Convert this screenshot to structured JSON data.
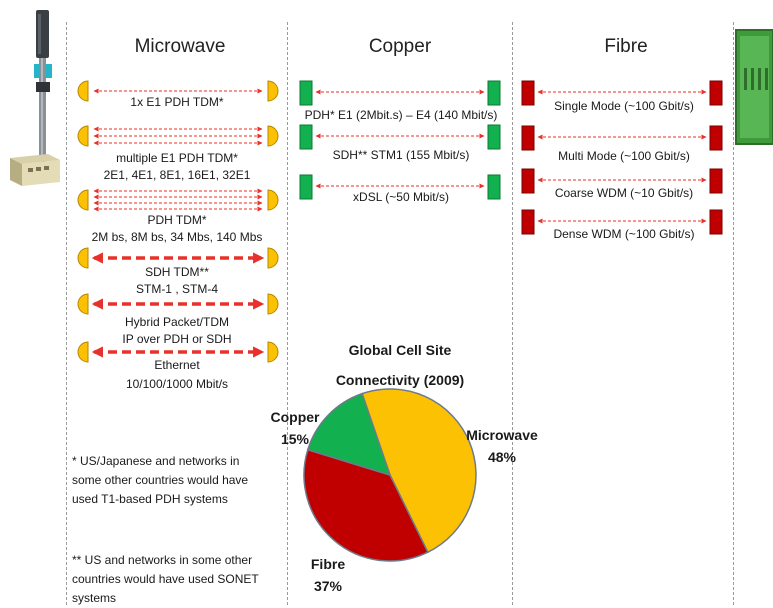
{
  "columns": {
    "microwave": "Microwave",
    "copper": "Copper",
    "fibre": "Fibre"
  },
  "microwave_links": [
    {
      "style": "thin",
      "count": 1,
      "label": [
        "1x E1 PDH TDM*"
      ]
    },
    {
      "style": "thin",
      "count": 3,
      "label": [
        "multiple E1 PDH TDM*",
        "2E1, 4E1, 8E1, 16E1, 32E1"
      ]
    },
    {
      "style": "thin",
      "count": 4,
      "label": [
        "PDH TDM*",
        "2M bs, 8M bs, 34 Mbs, 140 Mbs"
      ]
    },
    {
      "style": "thick",
      "count": 1,
      "label": [
        "SDH TDM**",
        "STM-1 , STM-4"
      ]
    },
    {
      "style": "thick",
      "count": 1,
      "label": [
        "Hybrid Packet/TDM",
        "IP over PDH or SDH"
      ]
    },
    {
      "style": "thick",
      "count": 1,
      "label": [
        "Ethernet",
        "10/100/1000 Mbit/s"
      ]
    }
  ],
  "copper_links": [
    {
      "label": "PDH* E1 (2Mbit.s) – E4 (140 Mbit/s)"
    },
    {
      "label": "SDH** STM1 (155 Mbit/s)"
    },
    {
      "label": "xDSL (~50 Mbit/s)"
    }
  ],
  "fibre_links": [
    {
      "label": "Single Mode (~100 Gbit/s)"
    },
    {
      "label": "Multi Mode (~100 Gbit/s)"
    },
    {
      "label": "Coarse WDM (~10 Gbit/s)"
    },
    {
      "label": "Dense WDM (~100 Gbit/s)"
    }
  ],
  "notes": {
    "pdh": "* US/Japanese and networks in some other countries would have used T1-based PDH systems",
    "sdh": "** US and networks in some other countries would have used SONET systems"
  },
  "colors": {
    "microwave": "#fcc102",
    "copper": "#12b04e",
    "fibre": "#c00000",
    "link": "#e8312a"
  },
  "chart_data": {
    "type": "pie",
    "title": [
      "Global Cell Site",
      "Connectivity (2009)"
    ],
    "slices": [
      {
        "name": "Microwave",
        "value": 48,
        "label": "48%",
        "color": "#fcc102"
      },
      {
        "name": "Fibre",
        "value": 37,
        "label": "37%",
        "color": "#c00000"
      },
      {
        "name": "Copper",
        "value": 15,
        "label": "15%",
        "color": "#12b04e"
      }
    ],
    "legend": "none"
  }
}
